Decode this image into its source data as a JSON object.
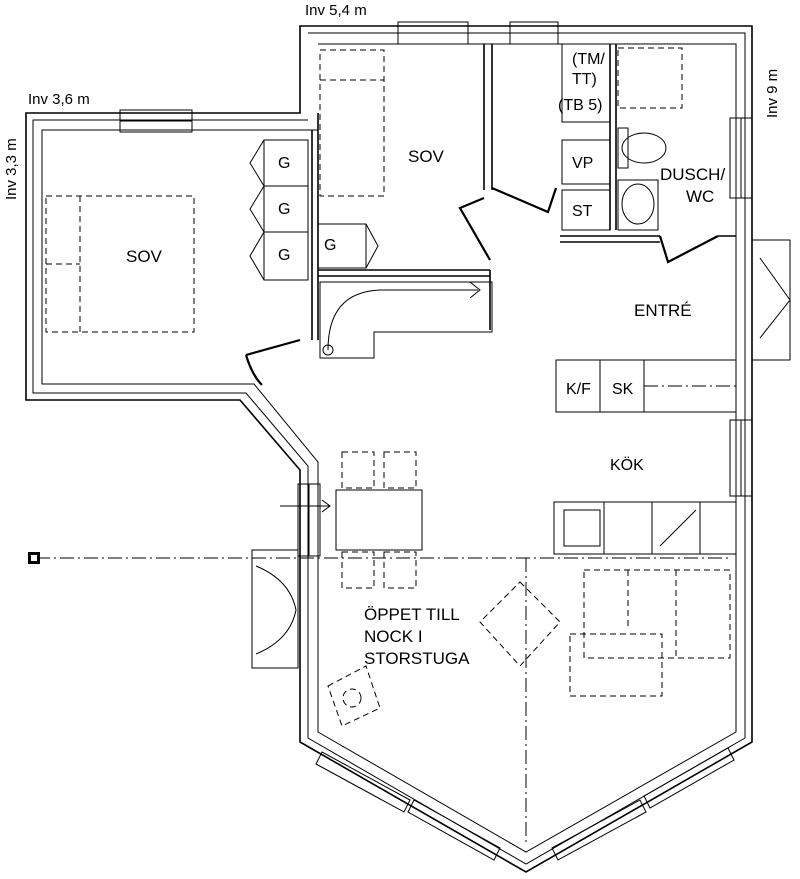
{
  "dimensions": {
    "top": "Inv 5,4 m",
    "left_top": "Inv 3,6 m",
    "left_side": "Inv 3,3 m",
    "right_side": "Inv 9 m"
  },
  "rooms": {
    "bedroom_1": "SOV",
    "bedroom_2": "SOV",
    "bathroom_line1": "DUSCH/",
    "bathroom_line2": "WC",
    "entrance": "ENTRÉ",
    "kitchen": "KÖK"
  },
  "fixtures": {
    "wardrobe_1": "G",
    "wardrobe_2": "G",
    "wardrobe_3": "G",
    "wardrobe_4": "G",
    "laundry_line1": "(TM/",
    "laundry_line2": "TT)",
    "laundry_line3": "(TB 5)",
    "vp": "VP",
    "st": "ST",
    "fridge_freezer": "K/F",
    "sk": "SK"
  },
  "note": {
    "line1": "ÖPPET TILL",
    "line2": "NOCK I",
    "line3": "STORSTUGA"
  }
}
